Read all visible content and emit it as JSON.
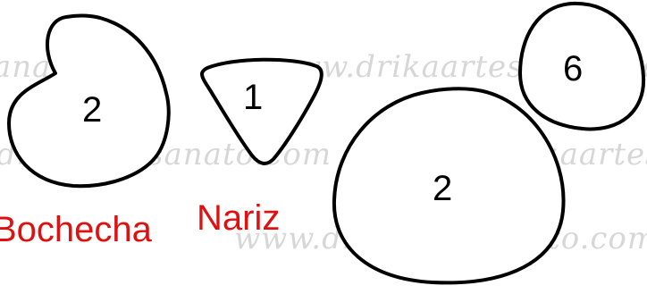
{
  "watermark": {
    "line1_text": "anato.com",
    "line1b_text": "www.drikaartesanato.com",
    "line2_text": "drikaartesanato.com",
    "line2b_text": "www.drikaartes",
    "line3_text": "www.drikaartesanato.com"
  },
  "pieces": {
    "cheek": {
      "count": "2",
      "caption": "Bochecha"
    },
    "nose": {
      "count": "1",
      "caption": "Nariz"
    },
    "large_round": {
      "count": "2"
    },
    "small_round": {
      "count": "6"
    }
  },
  "colors": {
    "outline": "#000000",
    "caption": "#e01010",
    "watermark": "#d7d7d7"
  }
}
